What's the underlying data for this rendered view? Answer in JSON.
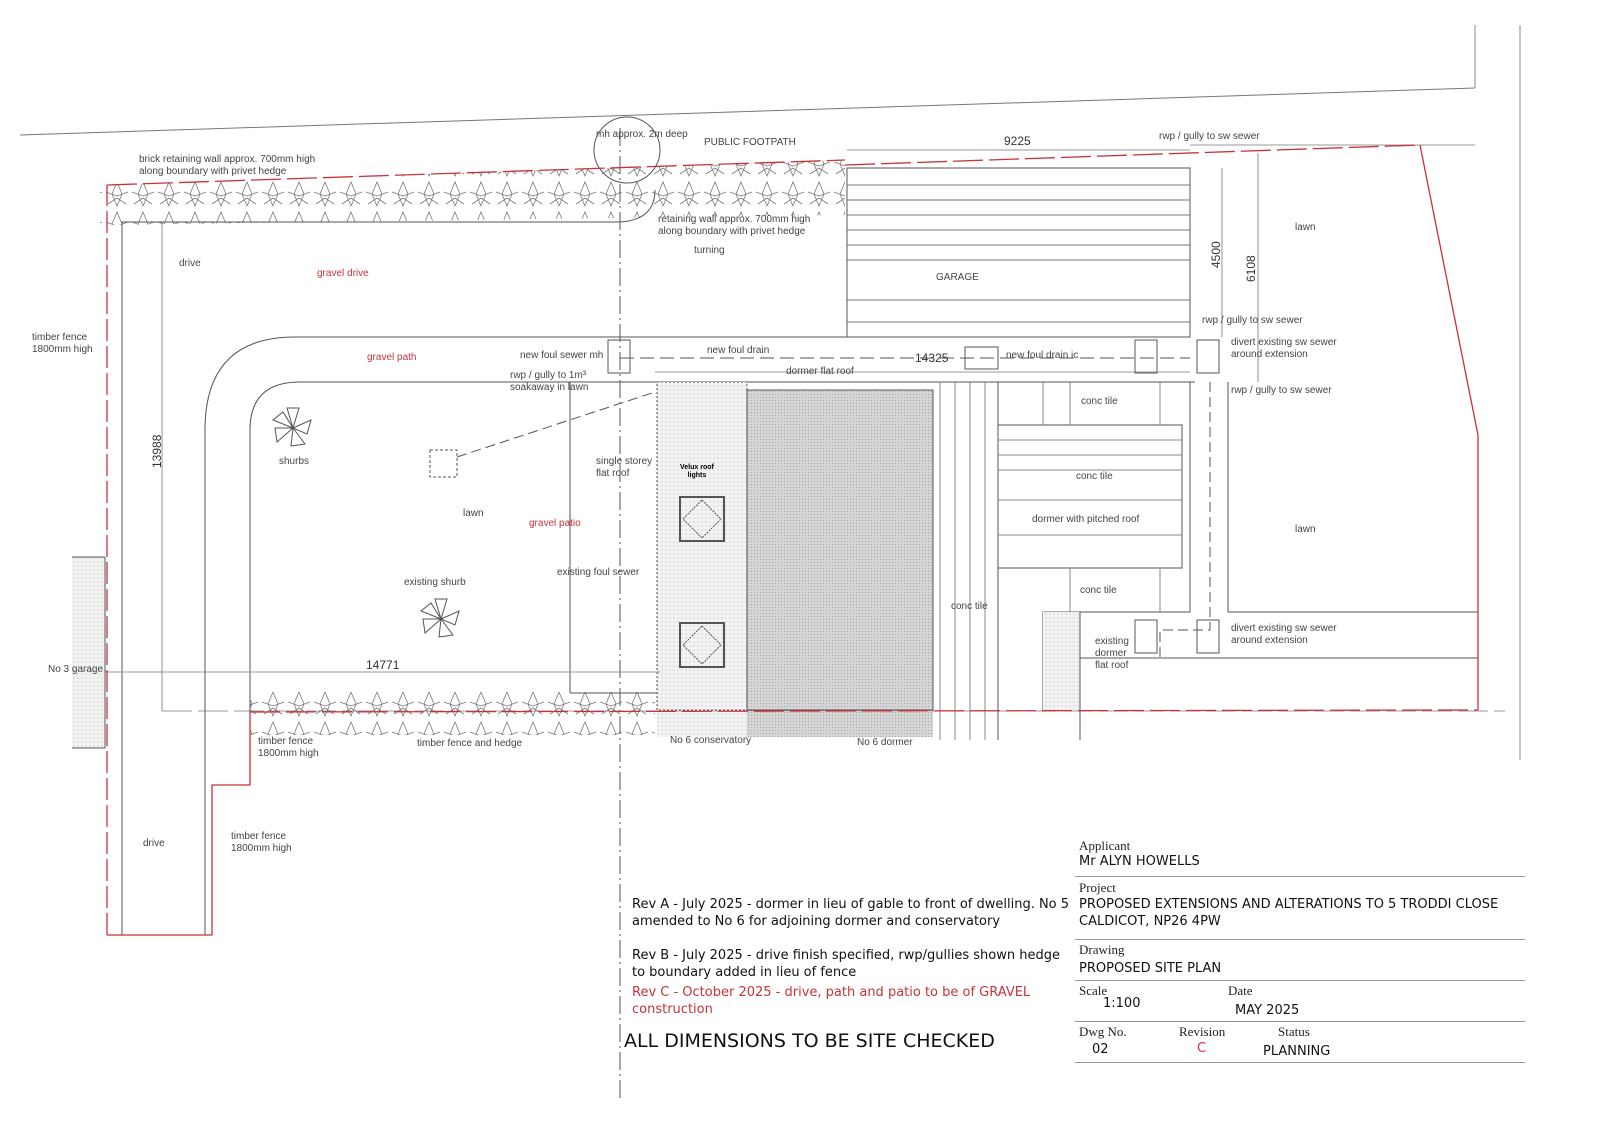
{
  "colors": {
    "boundary": "#c8333a",
    "line": "#555555",
    "revision_c": "#c8333a"
  },
  "plan_labels": {
    "mh": "mh approx. 2m deep",
    "public_footpath": "PUBLIC FOOTPATH",
    "brick_wall": "brick retaining wall approx. 700mm high\nalong boundary with privet hedge",
    "retaining_wall": "retaining wall approx. 700mm high\nalong boundary with privet hedge",
    "turning": "turning",
    "drive_top": "drive",
    "gravel_drive": "gravel drive",
    "timber_fence_left": "timber fence\n1800mm high",
    "gravel_path": "gravel path",
    "new_foul_sewer_mh": "new foul sewer mh",
    "new_foul_drain": "new foul drain",
    "rwp_soakaway": "rwp / gully to 1m³\nsoakaway in lawn",
    "dormer_flat_roof": "dormer flat roof",
    "new_foul_drain_ic": "new foul drain ic",
    "garage": "GARAGE",
    "rwp_top": "rwp / gully to sw sewer",
    "rwp_mid": "rwp / gully to sw sewer",
    "rwp_lower": "rwp / gully to sw sewer",
    "divert_top": "divert existing sw sewer\naround extension",
    "divert_bottom": "divert existing sw sewer\naround extension",
    "lawn_top": "lawn",
    "lawn_right": "lawn",
    "lawn_main": "lawn",
    "shurbs": "shurbs",
    "single_storey": "single storey\nflat roof",
    "velux": "Velux roof\nlights",
    "gravel_patio": "gravel patio",
    "existing_foul_sewer": "existing foul sewer",
    "existing_shurb": "existing shurb",
    "conc_tile_1": "conc tile",
    "conc_tile_2": "conc tile",
    "conc_tile_3": "conc tile",
    "conc_tile_4": "conc tile",
    "dormer_pitched": "dormer with pitched roof",
    "existing_dormer": "existing\ndormer\nflat roof",
    "no3_garage": "No 3 garage",
    "timber_fence_hedge": "timber fence and hedge",
    "timber_fence_mid": "timber fence\n1800mm high",
    "timber_fence_low": "timber fence\n1800mm high",
    "no6_conservatory": "No 6 conservatory",
    "no6_dormer": "No 6 dormer",
    "drive_bottom": "drive"
  },
  "dimensions": {
    "d9225": "9225",
    "d4500": "4500",
    "d6108": "6108",
    "d14325": "14325",
    "d13988": "13988",
    "d14771": "14771"
  },
  "notes": {
    "rev_a": "Rev A - July 2025 - dormer in lieu of gable to front of dwelling. No 5 amended to No 6 for adjoining dormer and conservatory",
    "rev_b": "Rev B - July 2025 - drive finish specified, rwp/gullies shown hedge to boundary added in lieu of fence",
    "rev_c": "Rev C - October 2025 - drive, path and patio to be of GRAVEL construction",
    "site_checked": "ALL DIMENSIONS TO BE SITE CHECKED"
  },
  "title_block": {
    "applicant_label": "Applicant",
    "applicant": "Mr ALYN HOWELLS",
    "project_label": "Project",
    "project": "PROPOSED EXTENSIONS AND ALTERATIONS TO 5 TRODDI CLOSE CALDICOT, NP26 4PW",
    "drawing_label": "Drawing",
    "drawing": "PROPOSED SITE PLAN",
    "scale_label": "Scale",
    "scale": "1:100",
    "date_label": "Date",
    "date": "MAY 2025",
    "dwg_no_label": "Dwg No.",
    "dwg_no": "02",
    "revision_label": "Revision",
    "revision": "C",
    "status_label": "Status",
    "status": "PLANNING"
  }
}
